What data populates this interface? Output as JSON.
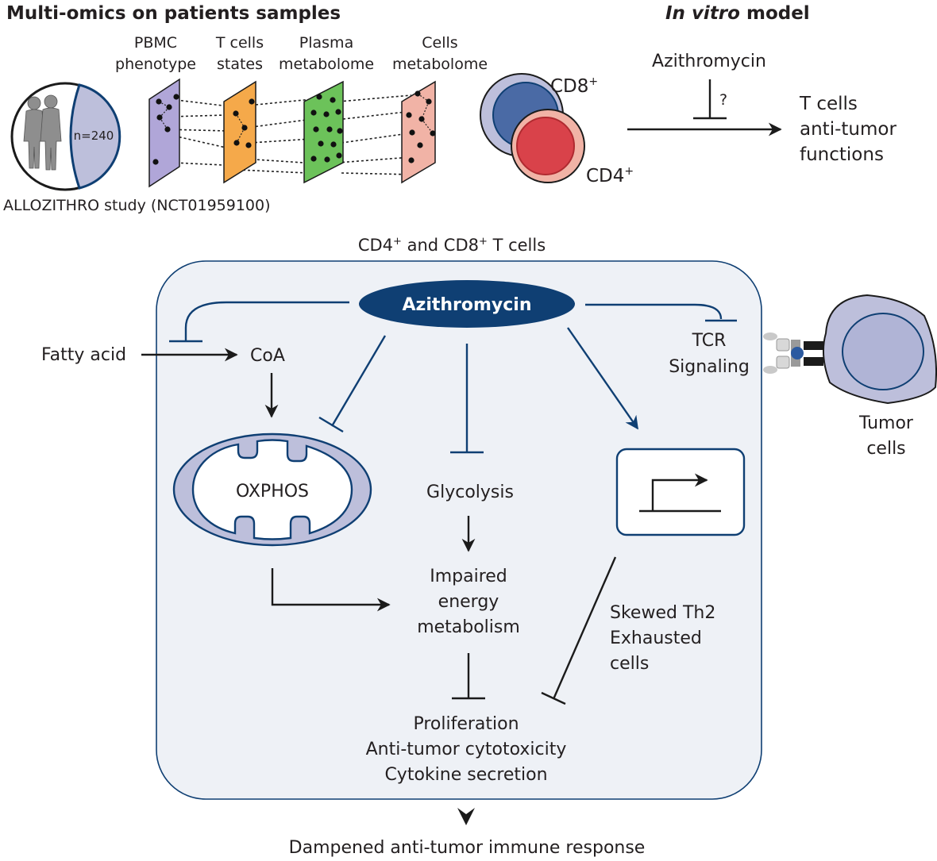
{
  "top_left": {
    "title": "Multi-omics on patients samples",
    "columns": [
      {
        "line1": "PBMC",
        "line2": "phenotype"
      },
      {
        "line1": "T cells",
        "line2": "states"
      },
      {
        "line1": "Plasma",
        "line2": "metabolome"
      },
      {
        "line1": "Cells",
        "line2": "metabolome"
      }
    ],
    "cohort_n": "n=240",
    "study": "ALLOZITHRO study (NCT01959100)"
  },
  "top_right": {
    "title_italic": "In vitro",
    "title_rest": " model",
    "cd8": "CD8",
    "cd4": "CD4",
    "plus": "+",
    "drug": "Azithromycin",
    "question": "?",
    "outcome": [
      "T cells",
      "anti-tumor",
      "functions"
    ]
  },
  "cell_panel": {
    "header_a": "CD4",
    "header_b": " and CD8",
    "header_c": " T cells",
    "plus": "+",
    "drug": "Azithromycin",
    "fatty_acid": "Fatty acid",
    "coa": "CoA",
    "oxphos": "OXPHOS",
    "glycolysis": "Glycolysis",
    "tcr": [
      "TCR",
      "Signaling"
    ],
    "impaired": [
      "Impaired",
      "energy",
      "metabolism"
    ],
    "skewed": [
      "Skewed Th2",
      "Exhausted",
      "cells"
    ],
    "functions": [
      "Proliferation",
      "Anti-tumor cytotoxicity",
      "Cytokine secretion"
    ],
    "tumor": [
      "Tumor",
      "cells"
    ],
    "result": "Dampened anti-tumor immune response"
  },
  "colors": {
    "navy": "#0f3f73",
    "panel_bg": "#eef1f6",
    "purple_plane": "#b0a6d8",
    "orange_plane": "#f5a94a",
    "green_plane": "#6cc25a",
    "pink_plane": "#f1b3a6",
    "lavender": "#bdbfdb",
    "cd4_red": "#d9424a"
  }
}
